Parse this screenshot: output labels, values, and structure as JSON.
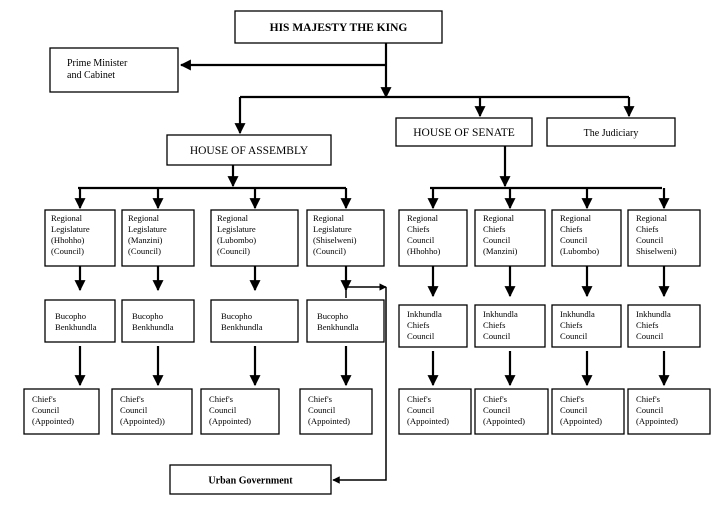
{
  "king": "HIS MAJESTY THE KING",
  "prime_minister": [
    "Prime Minister",
    "and Cabinet"
  ],
  "house_of_assembly": "HOUSE OF ASSEMBLY",
  "house_of_senate": "HOUSE OF SENATE",
  "judiciary": "The Judiciary",
  "regional_legislatures": [
    [
      "Regional",
      "Legislature",
      "(Hhohho)",
      "(Council)"
    ],
    [
      "Regional",
      "Legislature",
      "(Manzini)",
      "(Council)"
    ],
    [
      "Regional",
      "Legislature",
      "(Lubombo)",
      "(Council)"
    ],
    [
      "Regional",
      "Legislature",
      "(Shiselweni)",
      "(Council)"
    ]
  ],
  "regional_chiefs_councils": [
    [
      "Regional",
      "Chiefs",
      "Council",
      "(Hhohho)"
    ],
    [
      "Regional",
      "Chiefs",
      "Council",
      "(Manzini)"
    ],
    [
      "Regional",
      "Chiefs",
      "Council",
      "(Lubombo)"
    ],
    [
      "Regional",
      "Chiefs",
      "Council",
      "Shiselweni)"
    ]
  ],
  "bucopho": [
    "Bucopho",
    "Benkhundla"
  ],
  "inkhundla": [
    "Inkhundla",
    "Chiefs",
    "Council"
  ],
  "chiefs_council_left": [
    [
      "Chief's",
      "Council",
      "(Appointed)"
    ],
    [
      "Chief's",
      "Council",
      "(Appointed))"
    ],
    [
      "Chief's",
      "Council",
      "(Appointed)"
    ],
    [
      "Chief's",
      "Council",
      "(Appointed)"
    ]
  ],
  "chiefs_council_right": [
    [
      "Chief's",
      "Council",
      "(Appointed)"
    ],
    [
      "Chief's",
      "Council",
      "(Appointed)"
    ],
    [
      "Chief's",
      "Council",
      "(Appointed)"
    ],
    [
      "Chief's",
      "Council",
      "(Appointed)"
    ]
  ],
  "urban_government": "Urban Government"
}
